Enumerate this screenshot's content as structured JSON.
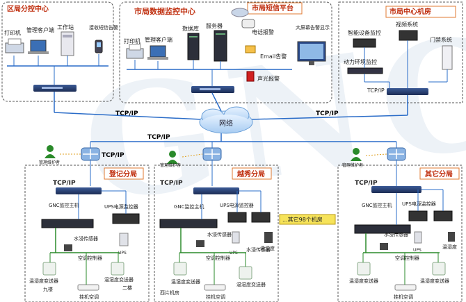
{
  "watermark": "GNC",
  "regions": {
    "district": {
      "title": "区局分控中心",
      "printer": "打印机",
      "client": "管理客户端",
      "workstation": "工作站",
      "sms_phone": "接收短信告警"
    },
    "city_monitor": {
      "title": "市局数据监控中心",
      "printer": "打印机",
      "client": "管理客户端",
      "database": "数据库",
      "server": "服务器"
    },
    "sms_platform": {
      "title": "市局短信平台",
      "phone_alarm": "电话报警",
      "email_alarm": "Email告警",
      "sound_light": "声光报警",
      "big_screen": "大屏幕告警显示"
    },
    "machine_room": {
      "title": "市局中心机房",
      "smart_monitor": "智能设备监控",
      "video": "视频系统",
      "access": "门禁系统",
      "env_monitor": "动力环境监控",
      "tcpip": "TCP/IP"
    }
  },
  "network": {
    "cloud": "网络",
    "tcp_left": "TCP/IP",
    "tcp_right": "TCP/IP",
    "tcp_mid": "TCP/IP",
    "tcp_branch": "TCP/IP"
  },
  "admins": {
    "left": "管理维护者",
    "mid": "管理维护者",
    "right": "管理维护者"
  },
  "branches": {
    "dengji": {
      "title": "登记分局",
      "tcpip": "TCP/IP",
      "host": "GNC监控主机",
      "ups_monitor": "UPS电源监控器",
      "ups": "UPS",
      "water": "水浸传感器",
      "ac_ctrl": "空调控制器",
      "th1": "温湿度变送器",
      "th1_loc": "九楼",
      "th2": "温湿度变送器",
      "th2_loc": "二楼",
      "ac": "挂机空调"
    },
    "yuexiu": {
      "title": "越秀分局",
      "tcpip": "TCP/IP",
      "host": "GNC监控主机",
      "ups_monitor": "UPS电源监控器",
      "ups": "UPS",
      "water": "水浸传感器",
      "water2": "水浸传感器",
      "th_meter": "温湿度",
      "ac_ctrl": "空调控制器",
      "th1": "温湿度变送器",
      "th1_loc": "西片机房",
      "th2": "温湿度变送器",
      "ac": "挂机空调"
    },
    "others_note": "...其它98个机房",
    "other": {
      "title": "其它分局",
      "tcpip": "TCP/IP",
      "host": "GNC监控主机",
      "ups_monitor": "UPS电源监控器",
      "ups": "UPS",
      "water": "水浸传感器",
      "th_meter": "温湿度",
      "ac_ctrl": "空调控制器",
      "th1": "温湿度变送器",
      "th2": "温湿度变送器",
      "ac": "挂机空调"
    }
  },
  "colors": {
    "link": "#2a6cc8",
    "green": "#2a8a2a",
    "title": "#c03010",
    "note_bg": "#f6e35a"
  }
}
